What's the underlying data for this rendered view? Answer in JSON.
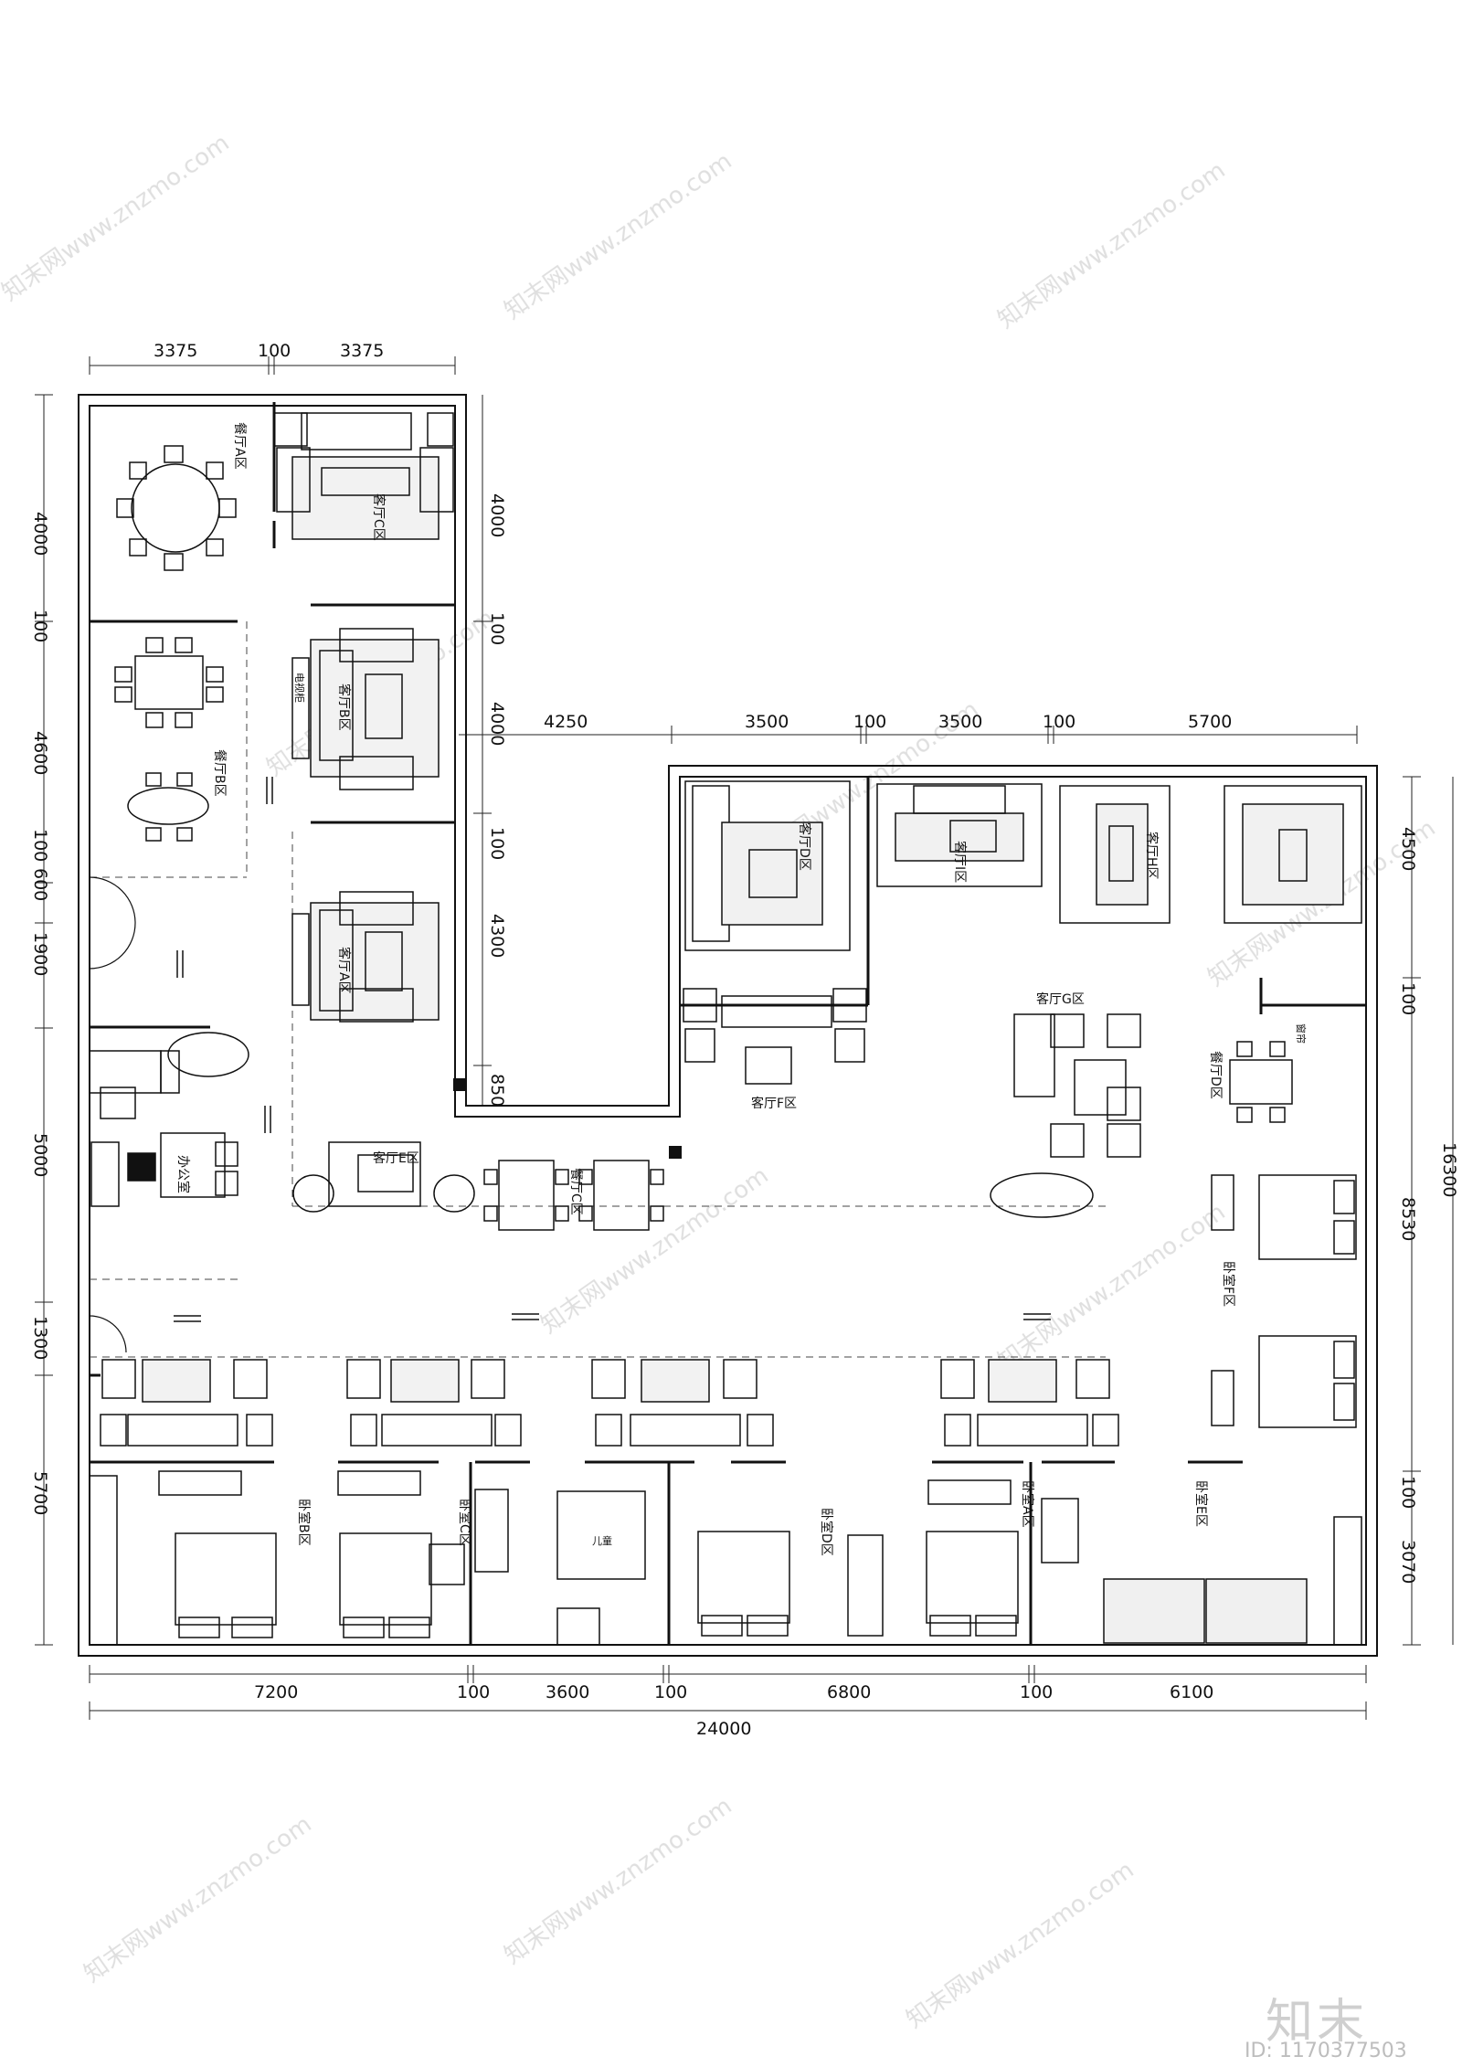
{
  "watermark": {
    "site": "知末网www.znzmo.com",
    "brand": "知末",
    "id_label": "ID: 1170377503"
  },
  "dimensions": {
    "top_left": [
      "3375",
      "100",
      "3375"
    ],
    "top_right": [
      "4250",
      "3500",
      "100",
      "3500",
      "100",
      "5700"
    ],
    "left": [
      "4000",
      "100",
      "4600",
      "100",
      "600",
      "1900",
      "5000",
      "1300",
      "5700"
    ],
    "middle": [
      "4000",
      "100",
      "4000",
      "100",
      "4300",
      "850"
    ],
    "right": [
      "4500",
      "100",
      "8530",
      "100",
      "3070"
    ],
    "right_total": "16300",
    "bottom": [
      "7200",
      "100",
      "3600",
      "100",
      "6800",
      "100",
      "6100"
    ],
    "bottom_total": "24000"
  },
  "rooms": {
    "canting_a": "餐厅A区",
    "canting_b": "餐厅B区",
    "kecanting_c": "客厅C区",
    "keting_b": "客厅B区",
    "keting_a": "客厅A区",
    "bangong": "办公室",
    "kecanting_e": "客厅E区",
    "canting_c": "餐厅C区",
    "keting_d": "客厅D区",
    "keting_f": "客厅F区",
    "keting_g": "客厅G区",
    "keting_h": "客厅H区",
    "keting_i": "客厅I区",
    "canting_d": "餐厅D区",
    "woshi_f": "卧室F区",
    "woshi_e": "卧室E区",
    "woshi_d": "卧室D区",
    "woshi_c": "卧室C区",
    "woshi_b": "卧室B区",
    "woshi_a": "卧室A区",
    "ertong": "儿童",
    "chuanglian": "窗帘",
    "dianshi": "电视柜"
  }
}
